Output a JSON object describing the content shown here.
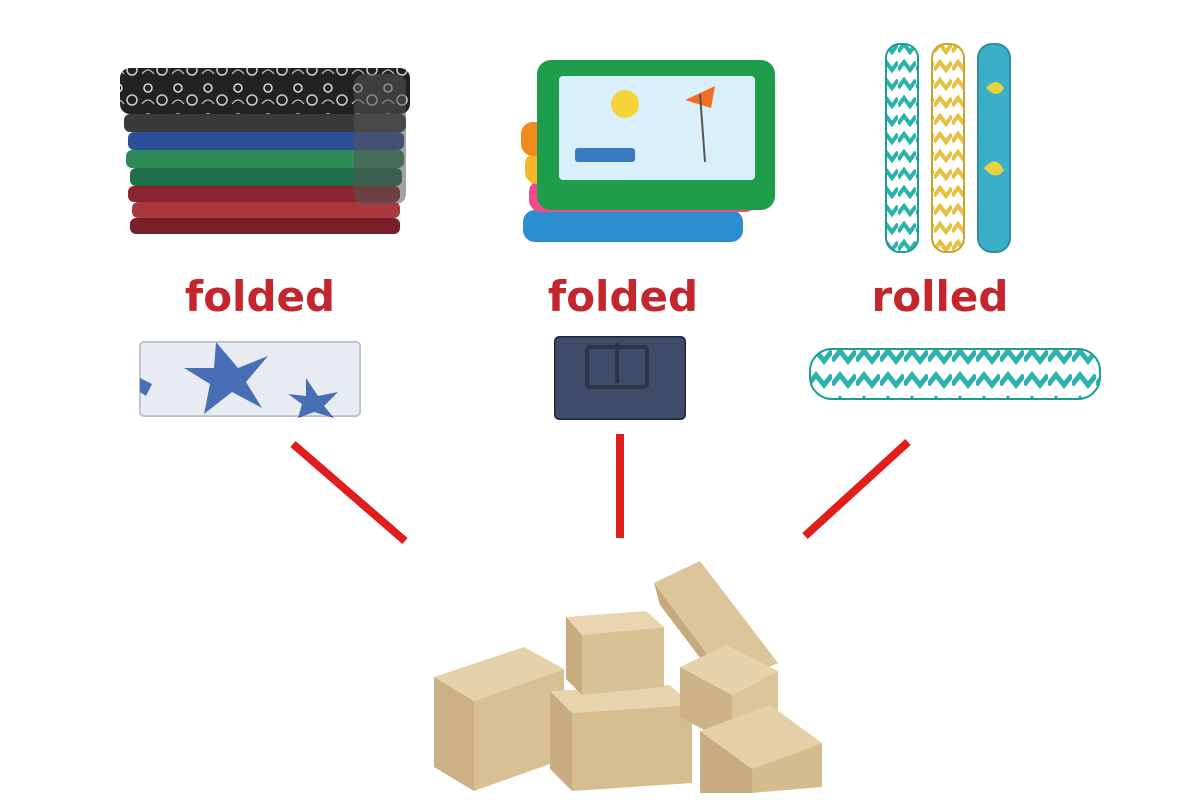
{
  "labels": {
    "left": "folded",
    "center": "folded",
    "right": "rolled"
  },
  "colors": {
    "label_red": "#c4262e",
    "connector_red": "#e01e1e",
    "cardboard": "#d7bf95"
  }
}
